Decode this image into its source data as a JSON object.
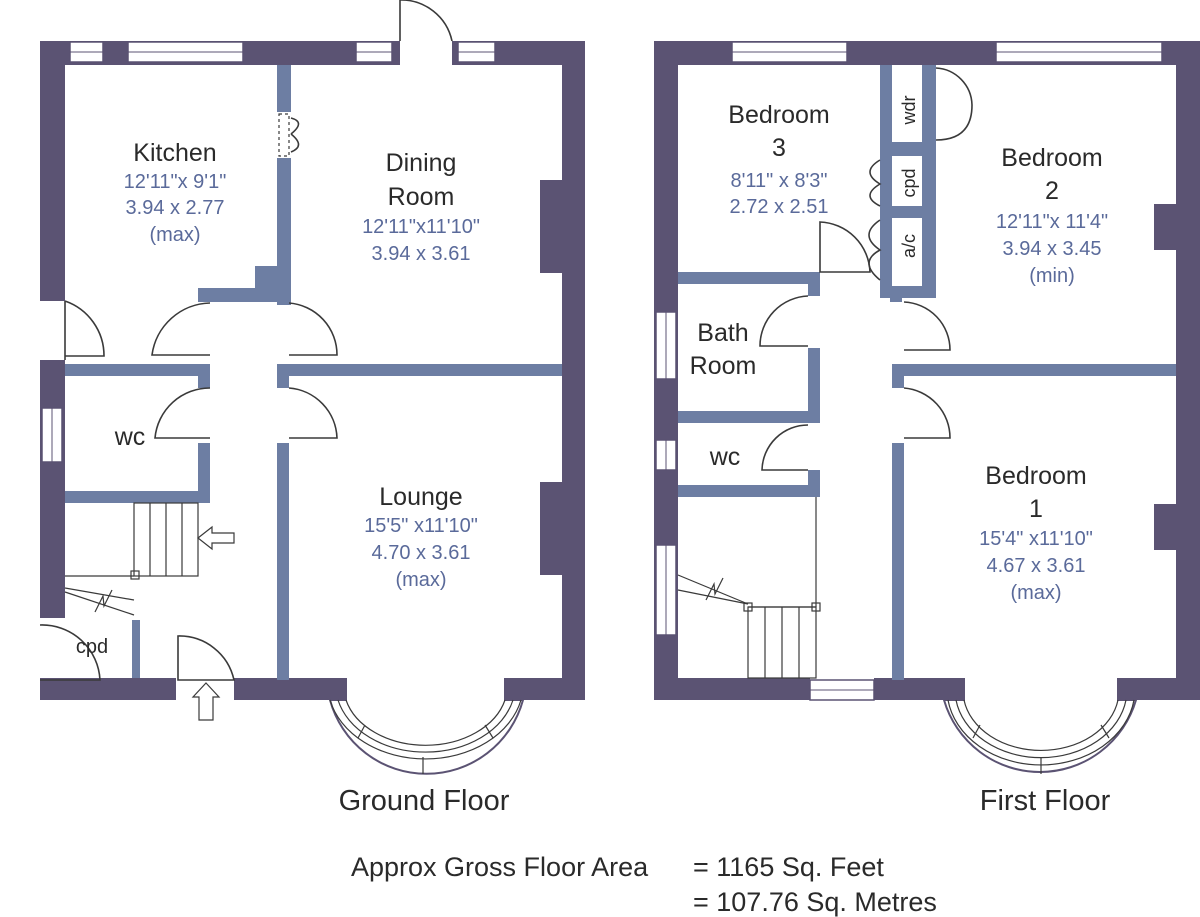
{
  "floors": {
    "ground": {
      "label": "Ground Floor",
      "rooms": {
        "kitchen": {
          "name": "Kitchen",
          "dim_imperial": "12'11\"x  9'1\"",
          "dim_metric": "3.94  x  2.77",
          "note": "(max)"
        },
        "dining": {
          "name_line1": "Dining",
          "name_line2": "Room",
          "dim_imperial": "12'11\"x11'10\"",
          "dim_metric": "3.94  x  3.61"
        },
        "wc": {
          "name": "wc"
        },
        "lounge": {
          "name": "Lounge",
          "dim_imperial": "15'5\"  x11'10\"",
          "dim_metric": "4.70  x  3.61",
          "note": "(max)"
        },
        "cpd": {
          "name": "cpd"
        }
      }
    },
    "first": {
      "label": "First Floor",
      "rooms": {
        "bedroom3": {
          "name_line1": "Bedroom",
          "name_line2": "3",
          "dim_imperial": "8'11\"  x  8'3\"",
          "dim_metric": "2.72  x  2.51"
        },
        "wdr": {
          "name": "wdr"
        },
        "cpd": {
          "name": "cpd"
        },
        "ac": {
          "name": "a/c"
        },
        "bedroom2": {
          "name_line1": "Bedroom",
          "name_line2": "2",
          "dim_imperial": "12'11\"x 11'4\"",
          "dim_metric": "3.94  x  3.45",
          "note": "(min)"
        },
        "bathroom": {
          "name_line1": "Bath",
          "name_line2": "Room"
        },
        "wc": {
          "name": "wc"
        },
        "bedroom1": {
          "name_line1": "Bedroom",
          "name_line2": "1",
          "dim_imperial": "15'4\"  x11'10\"",
          "dim_metric": "4.67  x  3.61",
          "note": "(max)"
        }
      }
    }
  },
  "area": {
    "label": "Approx Gross Floor Area",
    "sq_feet": "=  1165  Sq. Feet",
    "sq_metres": "=  107.76  Sq. Metres"
  },
  "colors": {
    "outer_wall": "#5b5373",
    "inner_wall": "#6d7ea3",
    "dimension_text": "#5a6a9a"
  }
}
